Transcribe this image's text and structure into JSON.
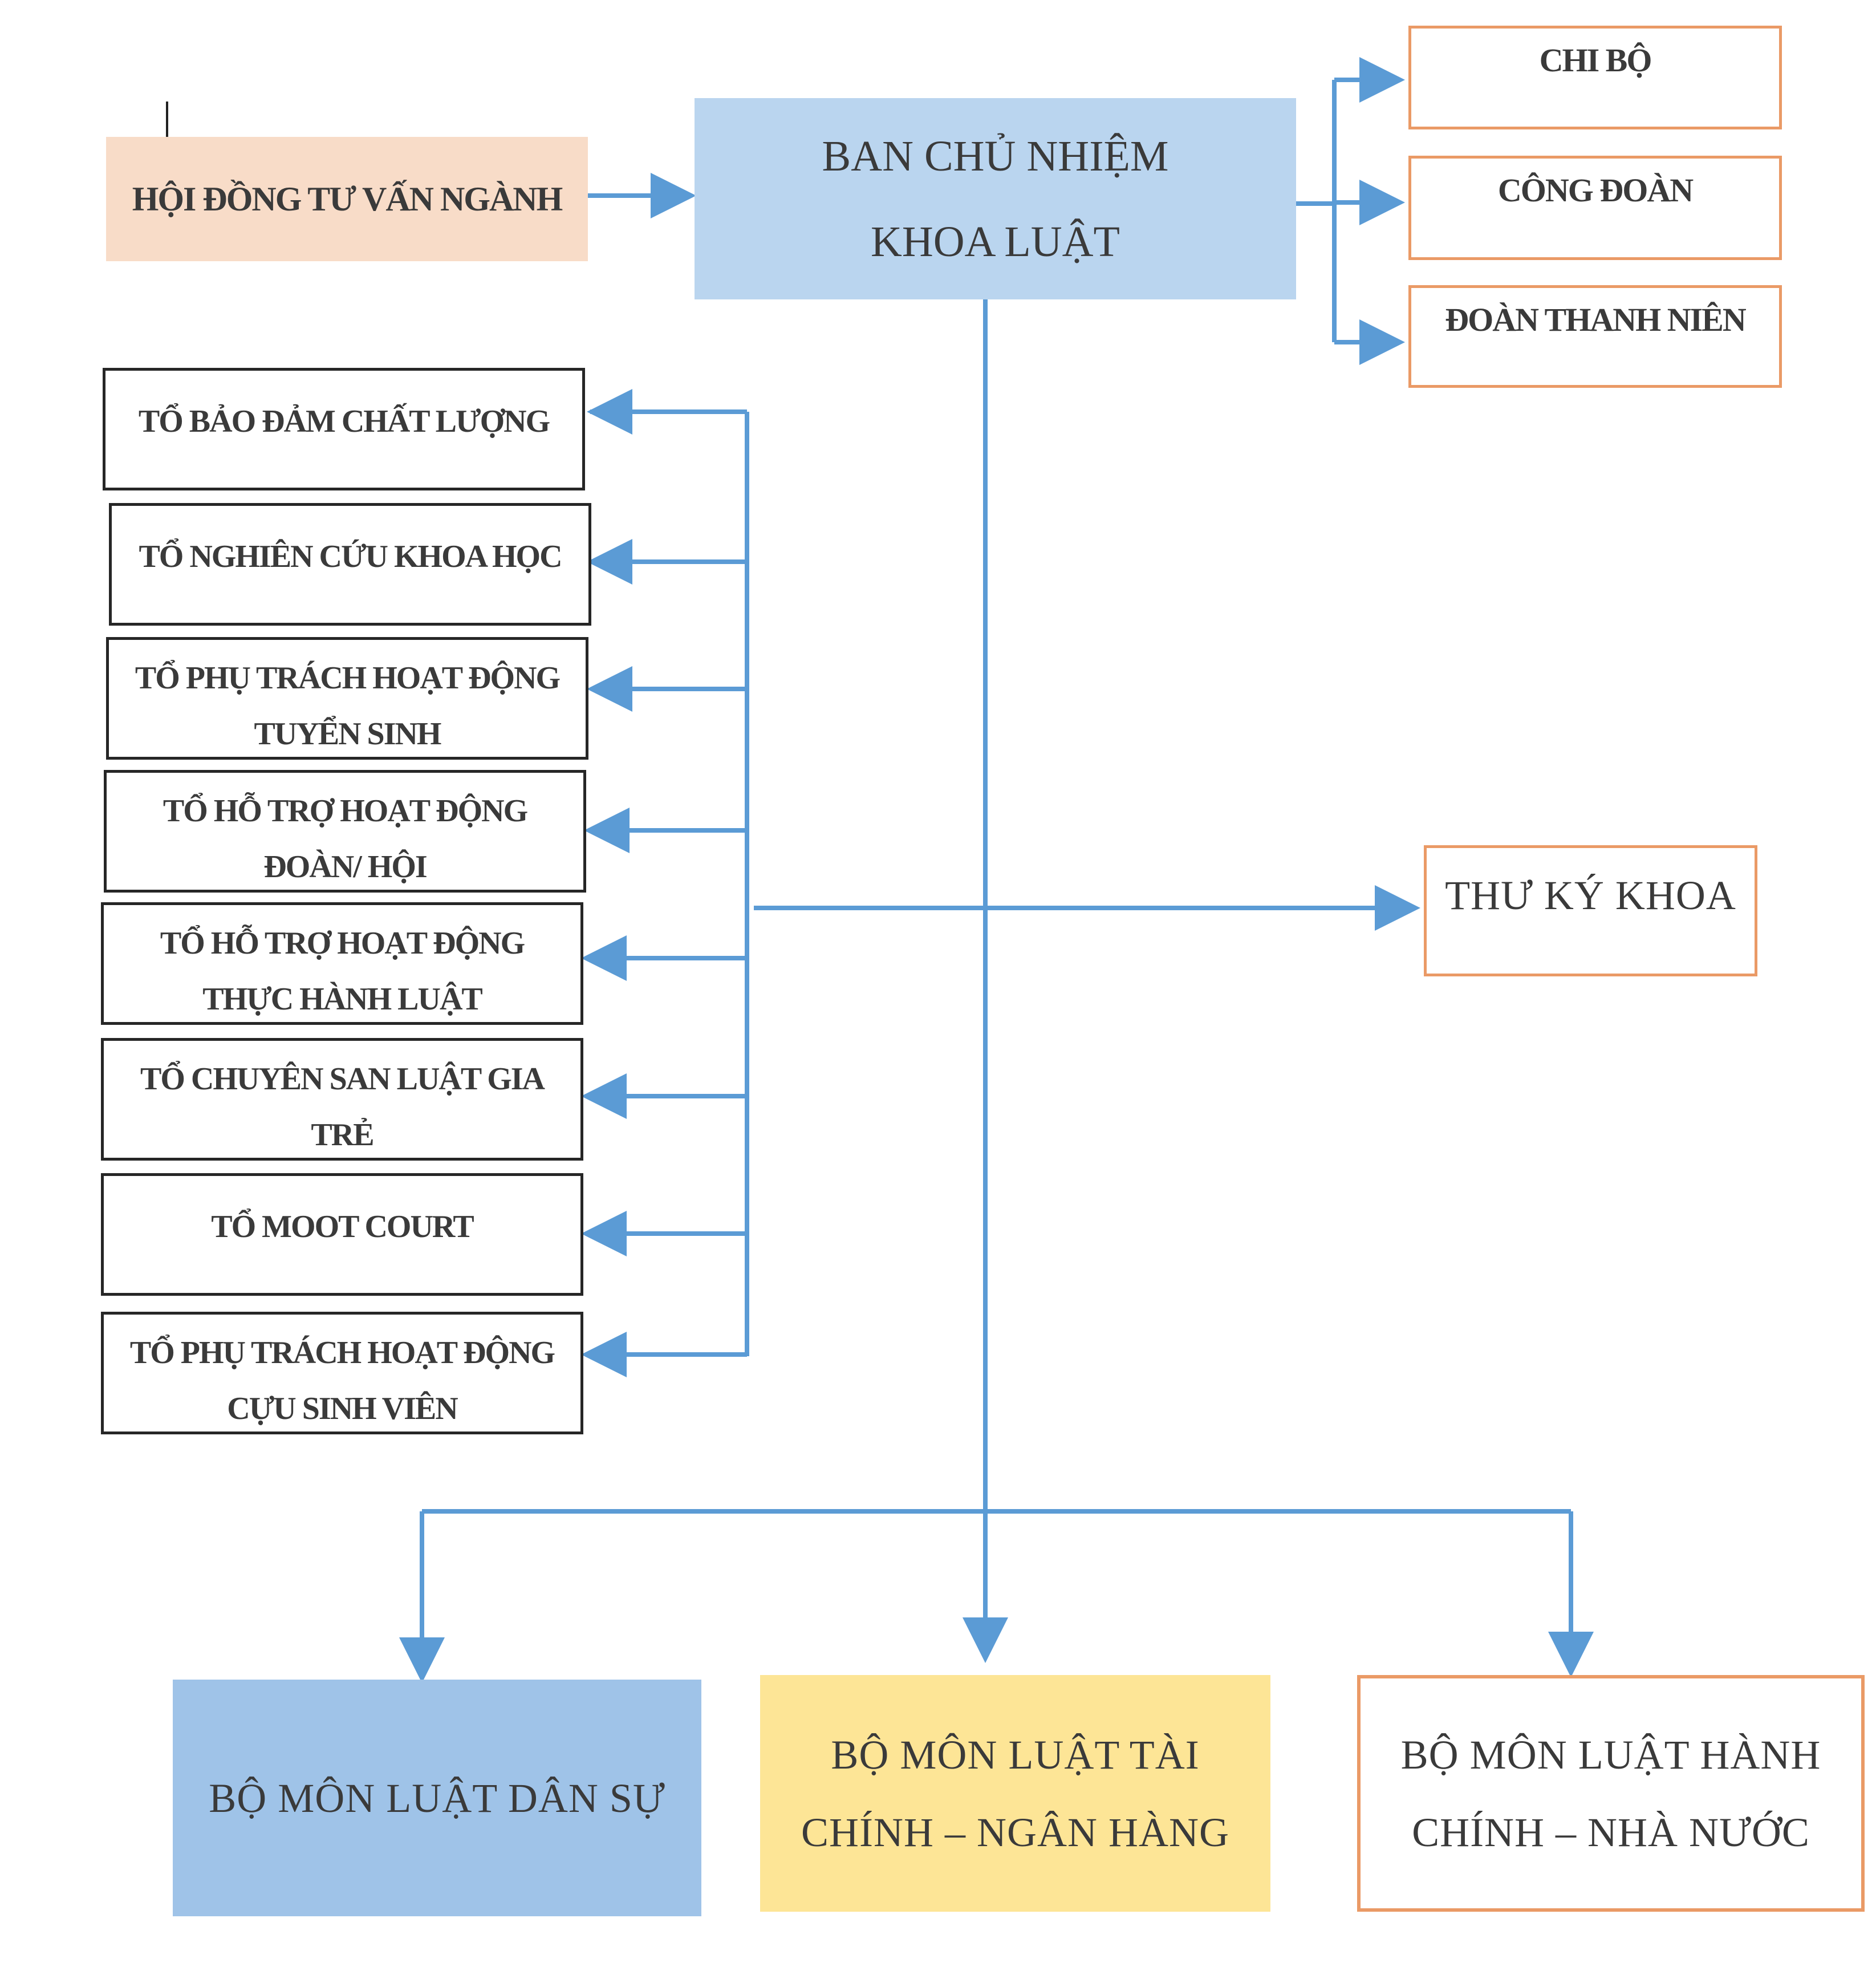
{
  "advisory": {
    "label": "HỘI ĐỒNG TƯ VẤN NGÀNH"
  },
  "board": {
    "line1": "BAN CHỦ NHIỆM",
    "line2": "KHOA LUẬT"
  },
  "right_units": [
    {
      "label": "CHI BỘ"
    },
    {
      "label": "CÔNG ĐOÀN"
    },
    {
      "label": "ĐOÀN THANH NIÊN"
    }
  ],
  "secretary": {
    "label": "THƯ KÝ KHOA"
  },
  "teams": [
    {
      "line1": "TỔ BẢO ĐẢM CHẤT LƯỢNG",
      "line2": ""
    },
    {
      "line1": "TỔ NGHIÊN CỨU KHOA HỌC",
      "line2": ""
    },
    {
      "line1": "TỔ PHỤ TRÁCH HOẠT ĐỘNG",
      "line2": "TUYỂN SINH"
    },
    {
      "line1": "TỔ HỖ TRỢ HOẠT ĐỘNG",
      "line2": "ĐOÀN/ HỘI"
    },
    {
      "line1": "TỔ HỖ TRỢ HOẠT  ĐỘNG",
      "line2": "THỰC HÀNH LUẬT"
    },
    {
      "line1": "TỔ CHUYÊN SAN LUẬT GIA",
      "line2": "TRẺ"
    },
    {
      "line1": "TỔ MOOT COURT",
      "line2": ""
    },
    {
      "line1": "TỔ PHỤ TRÁCH HOẠT ĐỘNG",
      "line2": "CỰU SINH VIÊN"
    }
  ],
  "departments": [
    {
      "line1": "BỘ MÔN LUẬT DÂN SỰ",
      "line2": ""
    },
    {
      "line1": "BỘ MÔN LUẬT TÀI",
      "line2": "CHÍNH – NGÂN HÀNG"
    },
    {
      "line1": "BỘ MÔN LUẬT HÀNH",
      "line2": "CHÍNH – NHÀ NƯỚC"
    }
  ],
  "colors": {
    "connector": "#5b9bd5"
  }
}
